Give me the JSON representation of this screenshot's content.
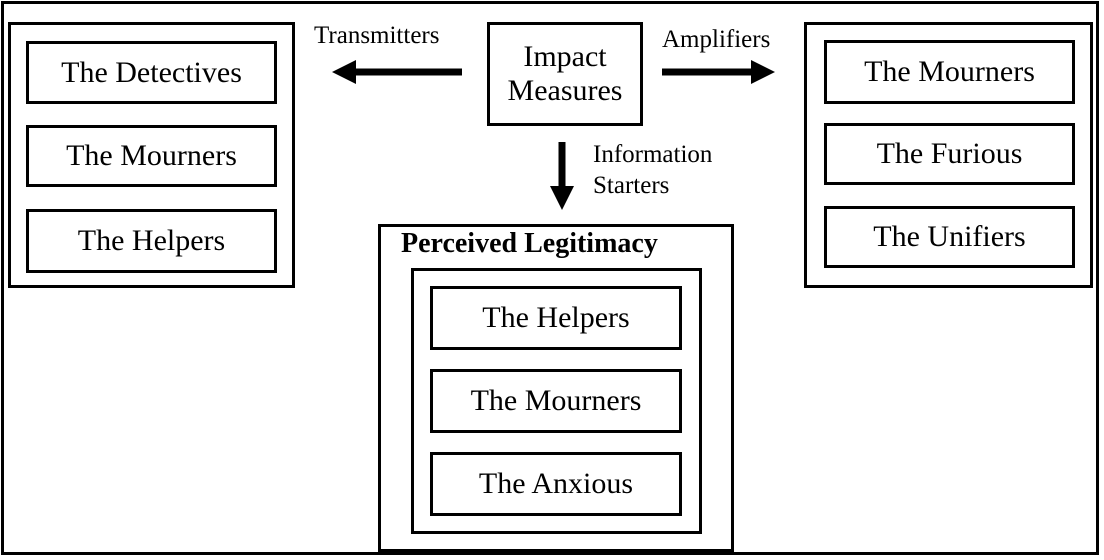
{
  "center": {
    "line1": "Impact",
    "line2": "Measures"
  },
  "arrows": {
    "left_label": "Transmitters",
    "right_label": "Amplifiers",
    "down_label_line1": "Information",
    "down_label_line2": "Starters"
  },
  "left_group": {
    "items": [
      "The Detectives",
      "The Mourners",
      "The Helpers"
    ]
  },
  "right_group": {
    "items": [
      "The Mourners",
      "The Furious",
      "The Unifiers"
    ]
  },
  "bottom_group": {
    "heading": "Perceived Legitimacy",
    "items": [
      "The Helpers",
      "The Mourners",
      "The Anxious"
    ]
  }
}
